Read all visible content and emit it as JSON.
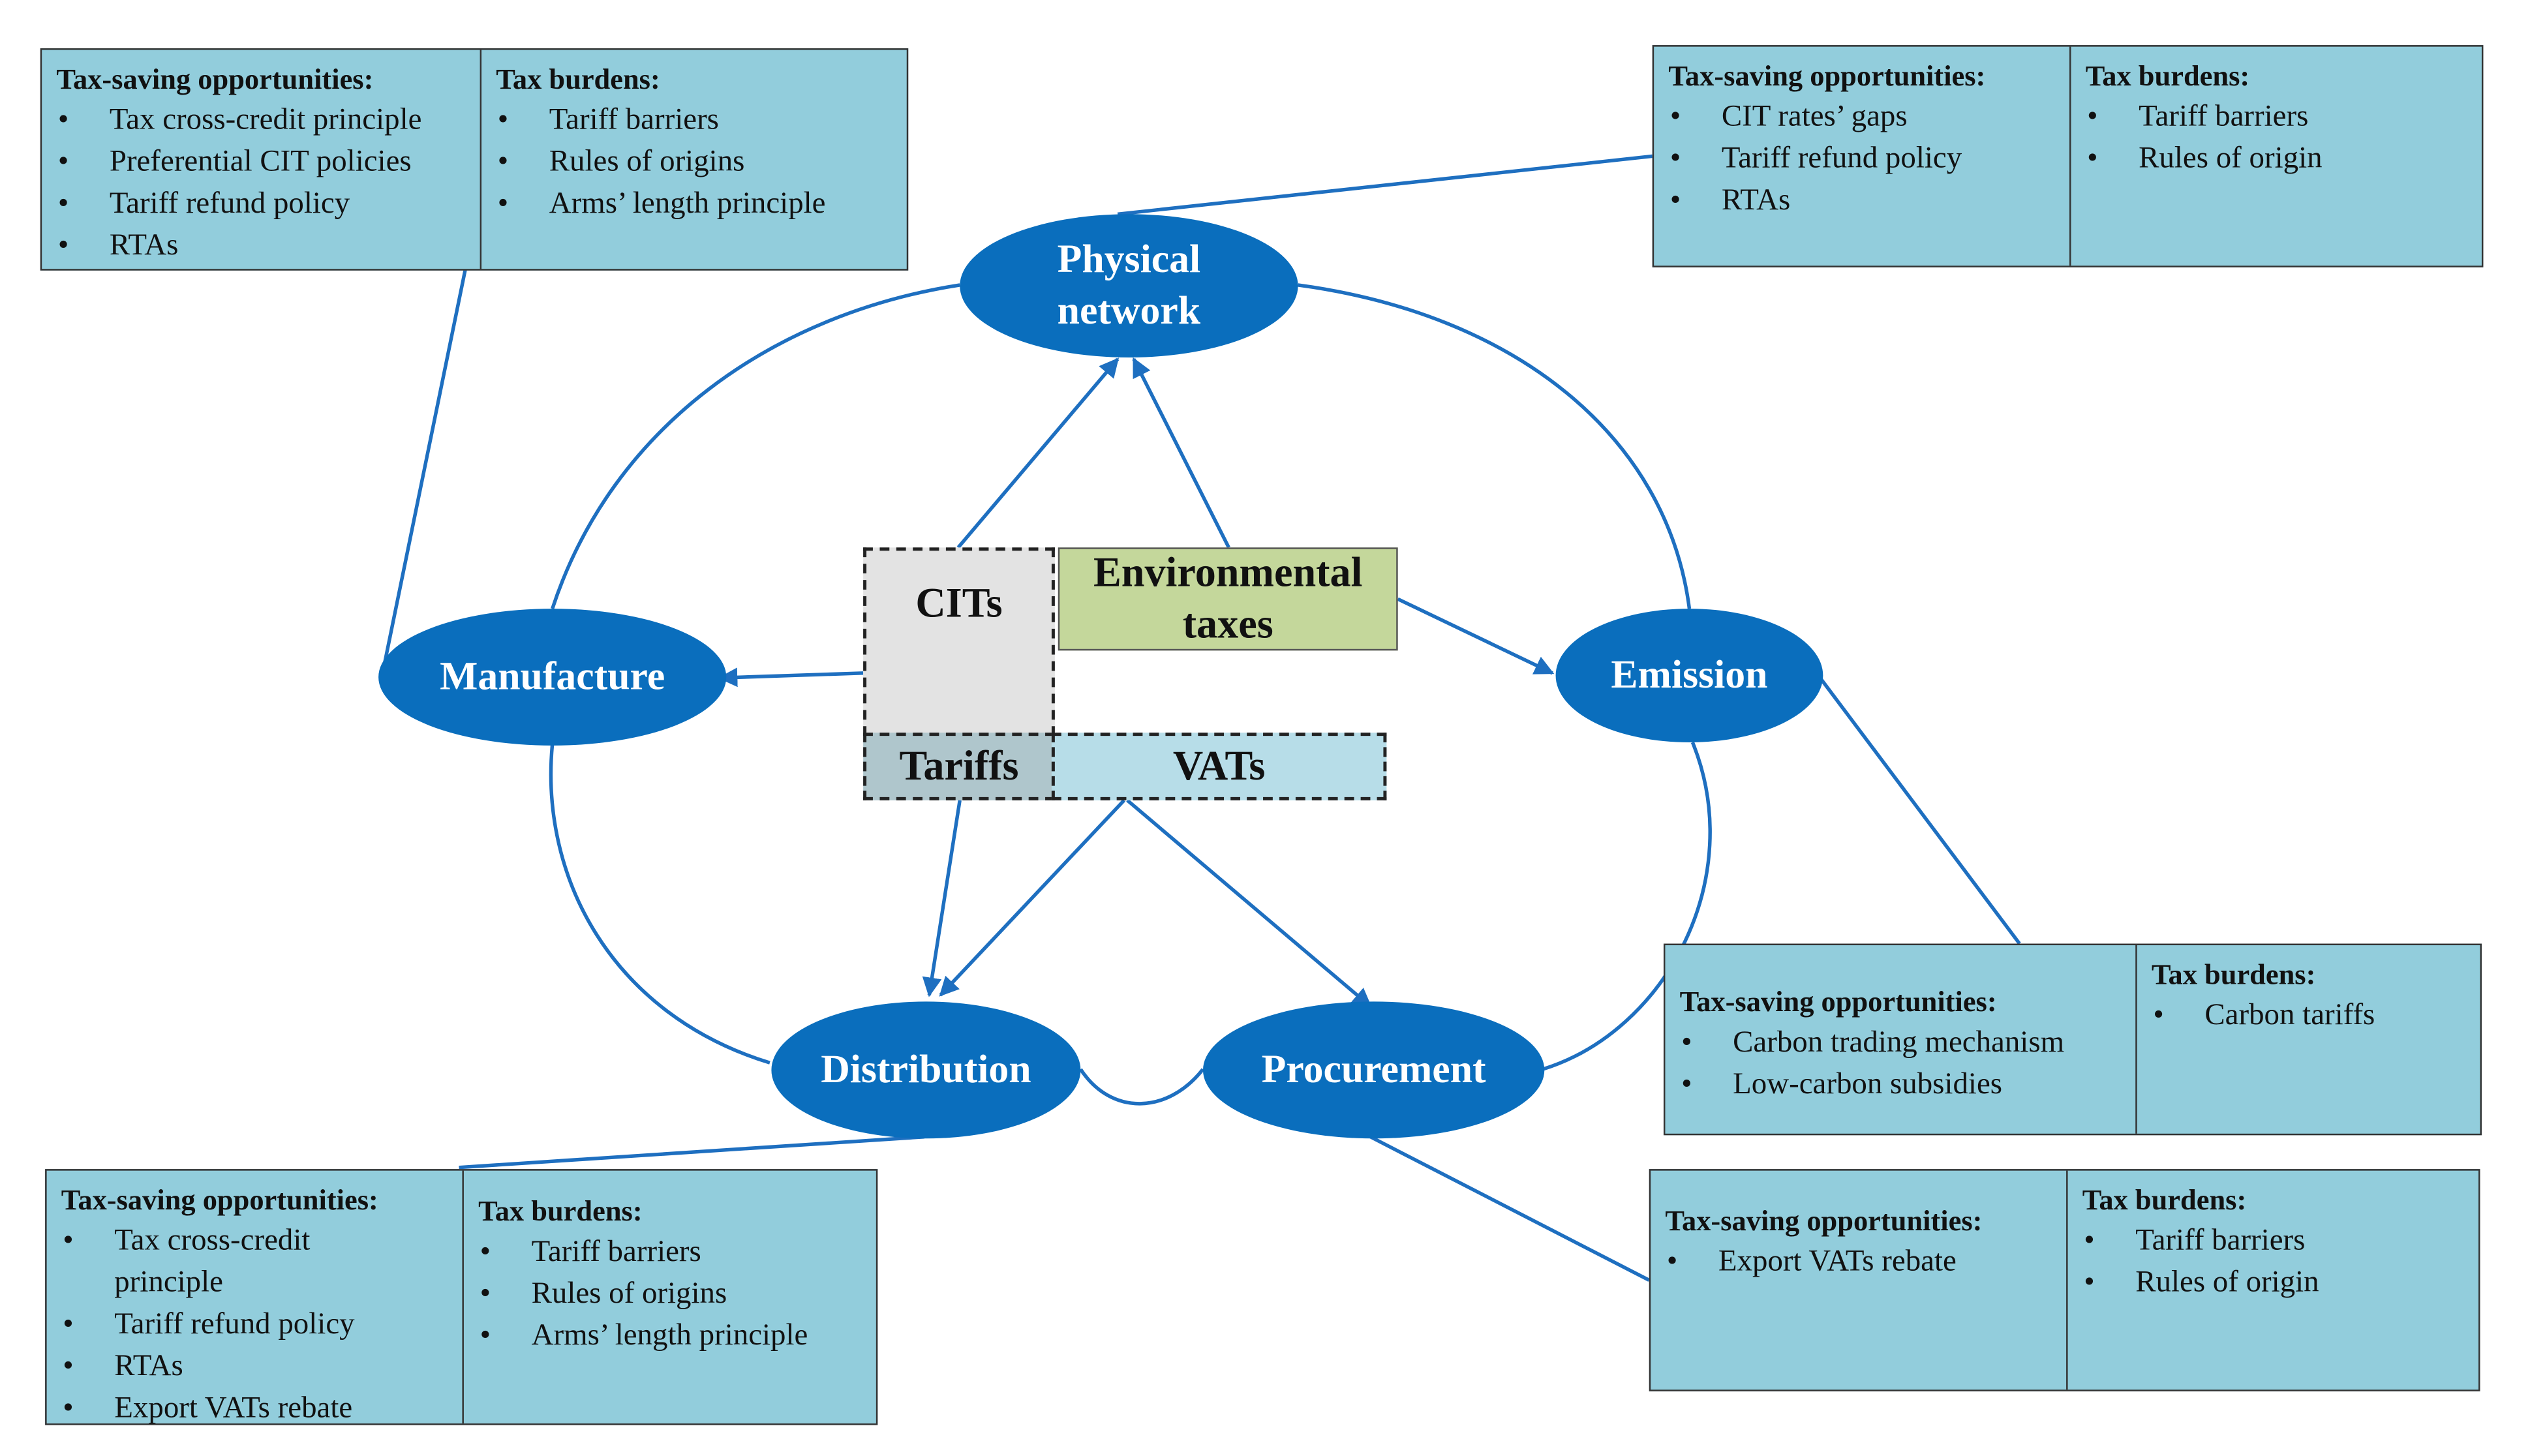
{
  "nodes": {
    "physical": "Physical network",
    "manufacture": "Manufacture",
    "emission": "Emission",
    "distribution": "Distribution",
    "procurement": "Procurement"
  },
  "taxes": {
    "cits": "CITs",
    "environmental": "Environmental taxes",
    "tariffs": "Tariffs",
    "vats": "VATs"
  },
  "box_manufacture": {
    "opp_title": "Tax-saving opportunities:",
    "opp_items": [
      "Tax cross-credit principle",
      "Preferential CIT policies",
      "Tariff refund policy",
      "RTAs"
    ],
    "bur_title": "Tax burdens:",
    "bur_items": [
      "Tariff barriers",
      "Rules of origins",
      "Arms’ length principle"
    ]
  },
  "box_physical": {
    "opp_title": "Tax-saving opportunities:",
    "opp_items": [
      "CIT rates’ gaps",
      "Tariff refund policy",
      "RTAs"
    ],
    "bur_title": "Tax burdens:",
    "bur_items": [
      "Tariff barriers",
      "Rules of origin"
    ]
  },
  "box_emission": {
    "opp_title": "Tax-saving opportunities:",
    "opp_items": [
      "Carbon trading mechanism",
      "Low-carbon subsidies"
    ],
    "bur_title": "Tax burdens:",
    "bur_items": [
      "Carbon tariffs"
    ]
  },
  "box_distribution": {
    "opp_title": "Tax-saving opportunities:",
    "opp_items": [
      "Tax cross-credit principle",
      "Tariff refund policy",
      "RTAs",
      "Export VATs rebate"
    ],
    "bur_title": "Tax burdens:",
    "bur_items": [
      "Tariff barriers",
      "Rules of origins",
      "Arms’ length principle"
    ]
  },
  "box_procurement": {
    "opp_title": "Tax-saving opportunities:",
    "opp_items": [
      "Export VATs rebate"
    ],
    "bur_title": "Tax burdens:",
    "bur_items": [
      "Tariff barriers",
      "Rules of origin"
    ]
  },
  "colors": {
    "node_fill": "#0A6EBD",
    "connector": "#1E6FC0",
    "info_box": "#92CDDC",
    "cits_fill": "#E3E3E3",
    "environmental_fill": "#C4D79B",
    "tariffs_fill": "#AFC6CC",
    "vats_fill": "#B7DDE8"
  }
}
